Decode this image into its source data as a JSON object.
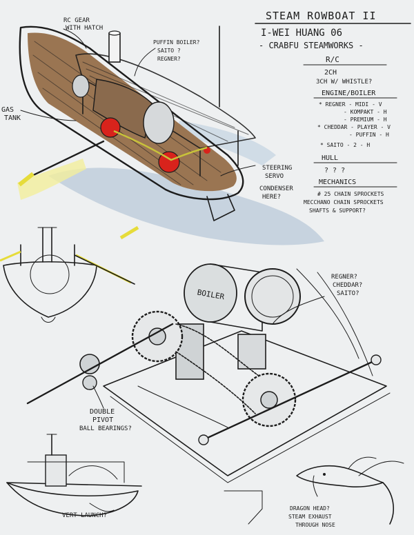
{
  "title_block": {
    "title": "STEAM ROWBOAT II",
    "author_line": "I-WEI HUANG 06",
    "studio": "- CRABFU STEAMWORKS -"
  },
  "spec_notes": {
    "rc_heading": "R/C",
    "rc_lines": [
      "2CH",
      "3CH W/ WHISTLE?"
    ],
    "engine_heading": "ENGINE/BOILER",
    "engine_lines": [
      "* REGNER - MIDI  - V",
      "- KOMPAKT - H",
      "- PREMIUM - H",
      "* CHEDDAR - PLAYER - V",
      "- PUFFIN - H",
      "* SAITO - 2 - H"
    ],
    "hull_heading": "HULL",
    "hull_lines": [
      "? ? ?"
    ],
    "mech_heading": "MECHANICS",
    "mech_lines": [
      "# 25 CHAIN SPROCKETS",
      "MECCHANO CHAIN SPROCKETS",
      "SHAFTS & SUPPORT?"
    ]
  },
  "boat_labels": {
    "rc_gear": [
      "RC GEAR",
      "WITH HATCH"
    ],
    "gas_tank": [
      "GAS",
      "TANK"
    ],
    "boiler_options": [
      "PUFFIN BOILER?",
      "SAITO ?",
      "REGNER?"
    ],
    "steering": [
      "STEERING",
      "SERVO"
    ],
    "condenser": [
      "CONDENSER",
      "HERE?"
    ]
  },
  "engine_labels": {
    "boiler": "BOILER",
    "engine_options": [
      "REGNER?",
      "CHEDDAR?",
      "SAITO?"
    ],
    "pivot": [
      "DOUBLE",
      "PIVOT",
      "BALL BEARINGS?"
    ],
    "vert_launch": "VERT LAUNCH?",
    "dragon": [
      "DRAGON HEAD?",
      "STEAM EXHAUST",
      "THROUGH NOSE"
    ]
  },
  "colors": {
    "paper": "#eef0f1",
    "ink": "#1c1c1c",
    "hull_wood": "#9a7552",
    "accent_red": "#d8231c",
    "brass_yellow": "#e6dc3a",
    "shadow_blue": "#b9c9d8"
  }
}
